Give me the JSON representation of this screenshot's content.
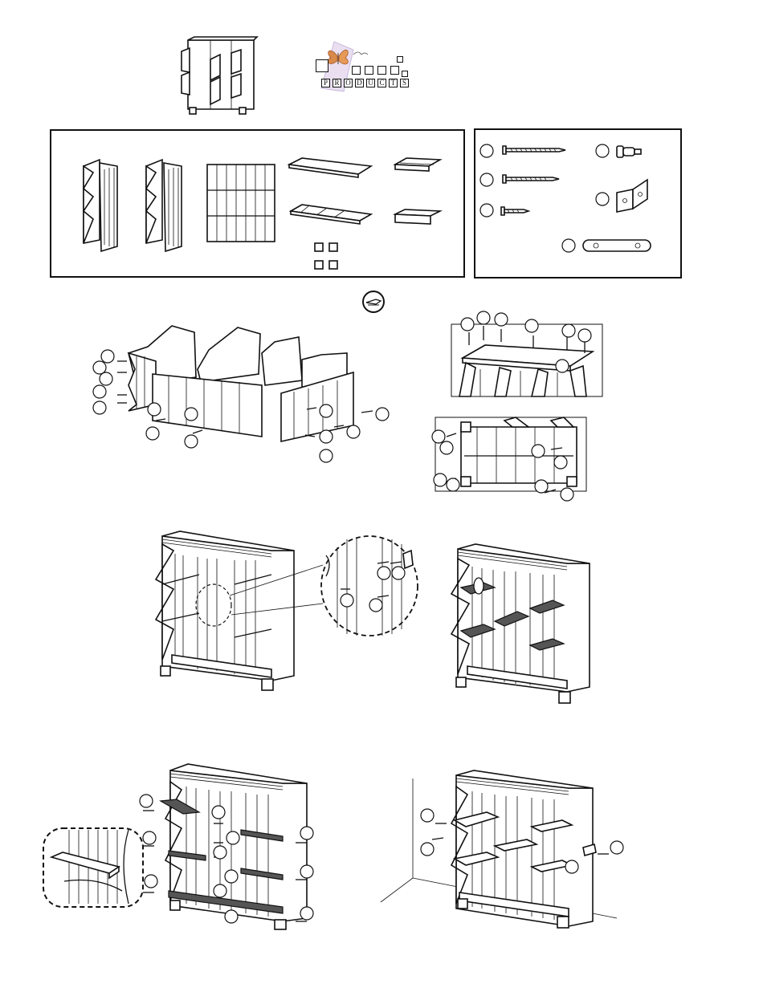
{
  "logo": {
    "letters": [
      "P",
      "R",
      "O",
      "D",
      "U",
      "C",
      "T",
      "S"
    ]
  },
  "icons": {
    "product_thumbnail": "cabinet-thumbnail",
    "brand_logo": "butterfly-logo",
    "tool": "screwdriver-icon"
  },
  "parts_panel": {
    "items": [
      "side-panel-left",
      "side-panel-right",
      "back-panel",
      "top-board",
      "base-board",
      "shelf",
      "shelf-small",
      "feet"
    ]
  },
  "hardware_panel": {
    "items": [
      "long-screw",
      "medium-screw",
      "short-screw",
      "dowel-pin",
      "angle-bracket",
      "connector-plate"
    ]
  },
  "steps": [
    "frame-assembly",
    "top-attach",
    "base-attach",
    "cabinet-detail",
    "shelves-insert",
    "shelf-screws",
    "wall-fix"
  ]
}
